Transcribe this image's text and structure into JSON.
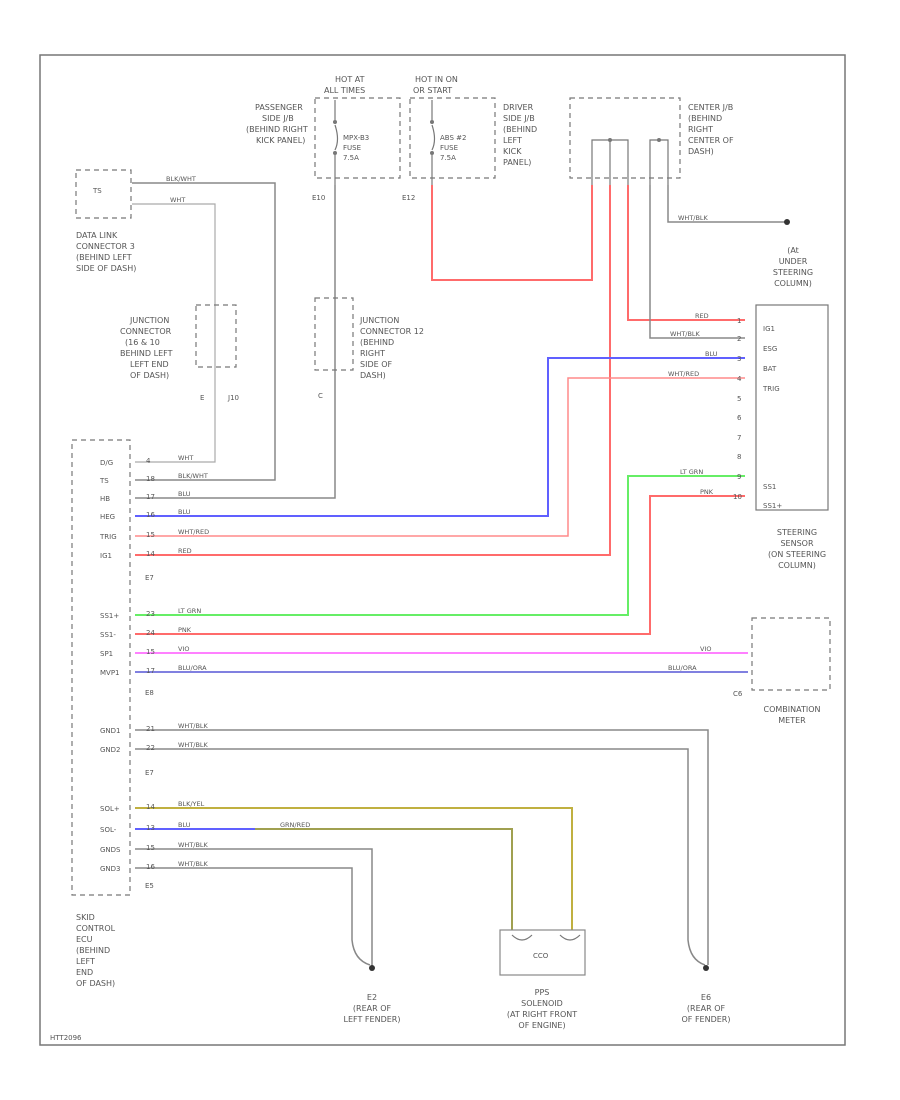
{
  "labels": {
    "hot_at_timer": [
      "HOT AT",
      "ALL TIMES"
    ],
    "hot_in_on": [
      "HOT IN ON",
      "OR START"
    ],
    "passenger_jb": [
      "PASSENGER",
      "SIDE J/B",
      "(BEHIND RIGHT",
      "KICK PANEL)"
    ],
    "ecu_fuse": [
      "MPX-B3",
      "FUSE",
      "7.5A"
    ],
    "abs_fuse": [
      "ABS #2",
      "FUSE",
      "7.5A"
    ],
    "driver_jb": [
      "DRIVER",
      "SIDE J/B",
      "(BEHIND",
      "LEFT",
      "KICK",
      "PANEL)"
    ],
    "center_jb": [
      "CENTER J/B",
      "(BEHIND",
      "RIGHT",
      "CENTER OF",
      "DASH)"
    ],
    "dlc": [
      "DATA LINK",
      "CONNECTOR 3",
      "(BEHIND LEFT",
      "SIDE OF DASH)"
    ],
    "jc_left": [
      "JUNCTION",
      "CONNECTOR",
      "(16 & 10",
      "BEHIND LEFT",
      "LEFT END",
      "OF DASH)"
    ],
    "jc_right": [
      "JUNCTION",
      "CONNECTOR 12",
      "(BEHIND",
      "RIGHT",
      "SIDE OF",
      "DASH)"
    ],
    "under_col": [
      "(At",
      "UNDER",
      "STEERING",
      "COLUMN)"
    ],
    "steering_sensor": [
      "STEERING",
      "SENSOR",
      "(ON STEERING",
      "COLUMN)"
    ],
    "combo_meter": [
      "COMBINATION",
      "METER"
    ],
    "skid_ecu": [
      "SKID",
      "CONTROL",
      "ECU",
      "(BEHIND",
      "LEFT",
      "END",
      "OF DASH)"
    ],
    "e2": [
      "E2",
      "(REAR OF",
      "LEFT FENDER)"
    ],
    "pps": [
      "PPS",
      "SOLENOID",
      "(AT RIGHT FRONT",
      "OF ENGINE)"
    ],
    "e6": [
      "E6",
      "(REAR OF",
      "OF FENDER)"
    ],
    "pps_box": "CCO",
    "footer": "HTT2096"
  },
  "connectors": {
    "ts": "TS",
    "e10": "E10",
    "e12": "E12",
    "jc_e": "E",
    "jc_j10": "J10",
    "jc_c": "C",
    "e7a": "E7",
    "e8": "E8",
    "e7b": "E7",
    "e5": "E5",
    "c6": "C6"
  },
  "ecu_pins": [
    "D/G",
    "TS",
    "HB",
    "HEG",
    "TRIG",
    "IG1",
    "SS1+",
    "SS1-",
    "SP1",
    "MVP1",
    "GND1",
    "GND2",
    "SOL+",
    "SOL-",
    "GNDS",
    "GND3"
  ],
  "ecu_pin_nums": [
    "4",
    "18",
    "17",
    "16",
    "15",
    "14",
    "23",
    "24",
    "15",
    "17",
    "21",
    "22",
    "14",
    "13",
    "15",
    "16"
  ],
  "sensor_pins": [
    "IG1",
    "ESG",
    "BAT",
    "TRIG",
    "SS1",
    "SS1+"
  ],
  "sensor_pin_nums": [
    "1",
    "2",
    "3",
    "4",
    "5",
    "6",
    "7",
    "8",
    "9",
    "10"
  ],
  "wires": {
    "blk_wht": "BLK/WHT",
    "wht": "WHT",
    "blu": "BLU",
    "wht_red": "WHT/RED",
    "red": "RED",
    "lt_grn": "LT GRN",
    "pnk": "PNK",
    "vio": "VIO",
    "blu_ora": "BLU/ORA",
    "wht_blk": "WHT/BLK",
    "blk_yel": "BLK/YEL",
    "grn_red": "GRN/RED"
  },
  "colors": {
    "red": "#ff6b6b",
    "blue": "#6060ff",
    "pink": "#ff8a8a",
    "green": "#66ee66",
    "violet": "#ff80ff",
    "blu_ora": "#8080e0",
    "gray": "#888888",
    "olive": "#a0a050",
    "gold": "#c0b040"
  }
}
